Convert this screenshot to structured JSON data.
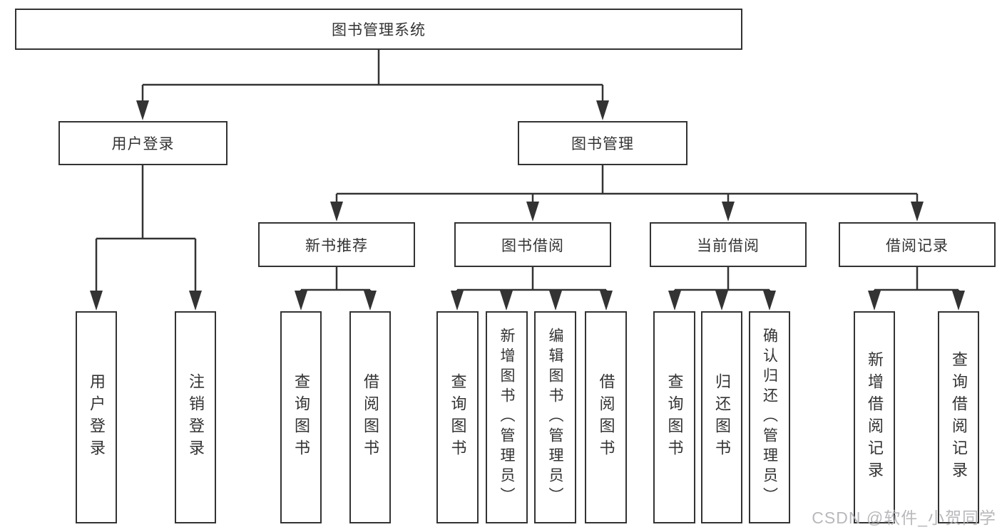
{
  "tree": {
    "label": "图书管理系统",
    "children": [
      {
        "label": "用户登录",
        "children": [
          {
            "label": "用户登录"
          },
          {
            "label": "注销登录"
          }
        ]
      },
      {
        "label": "图书管理",
        "children": [
          {
            "label": "新书推荐",
            "children": [
              {
                "label": "查询图书"
              },
              {
                "label": "借阅图书"
              }
            ]
          },
          {
            "label": "图书借阅",
            "children": [
              {
                "label": "查询图书"
              },
              {
                "label": "新增图书（管理员）"
              },
              {
                "label": "编辑图书（管理员）"
              },
              {
                "label": "借阅图书"
              }
            ]
          },
          {
            "label": "当前借阅",
            "children": [
              {
                "label": "查询图书"
              },
              {
                "label": "归还图书"
              },
              {
                "label": "确认归还（管理员）"
              }
            ]
          },
          {
            "label": "借阅记录",
            "children": [
              {
                "label": "新增借阅记录"
              },
              {
                "label": "查询借阅记录"
              }
            ]
          }
        ]
      }
    ]
  },
  "watermark": {
    "text": "CSDN @软件_小贺同学"
  },
  "colors": {
    "line": "#333333",
    "box_fill": "#ffffff",
    "watermark": "#b3b3b7"
  }
}
